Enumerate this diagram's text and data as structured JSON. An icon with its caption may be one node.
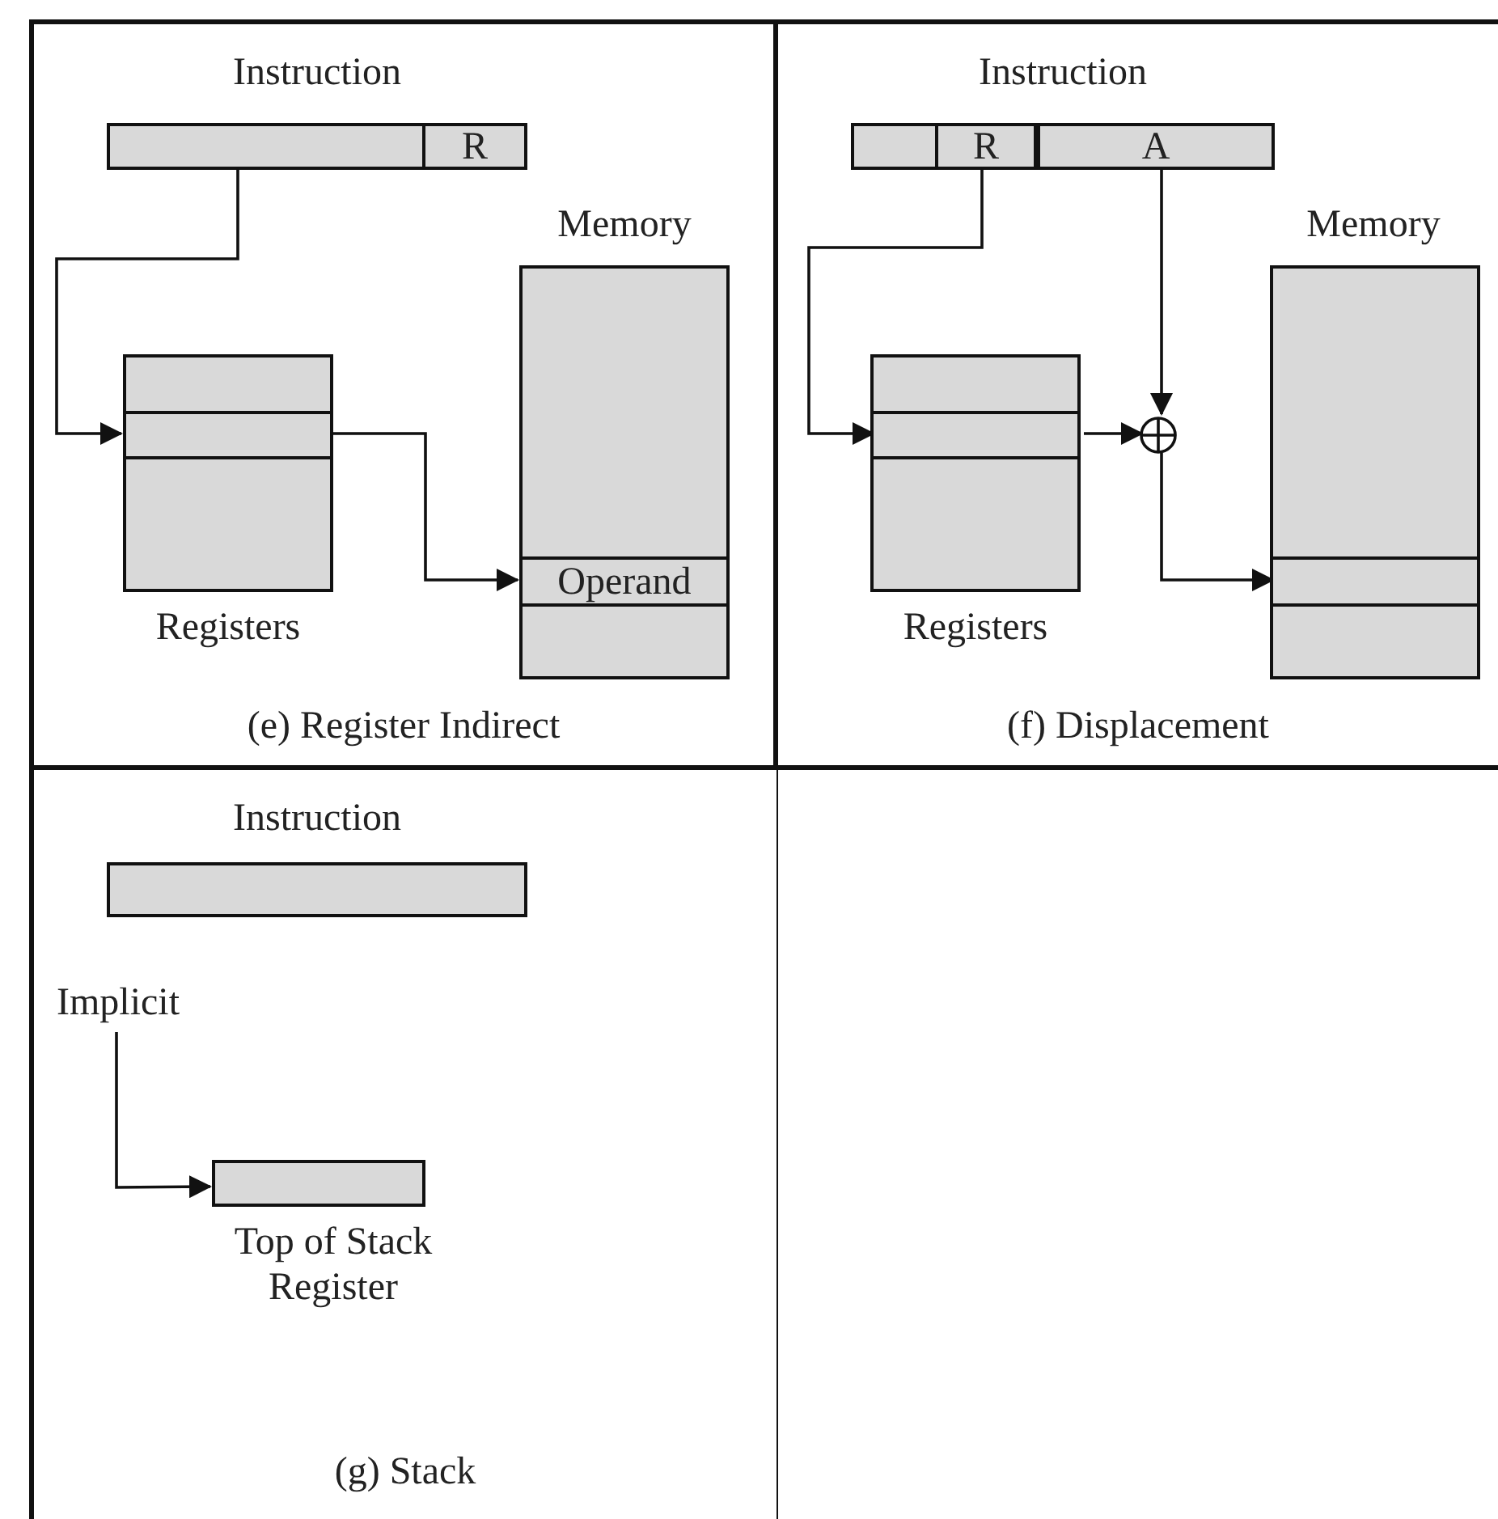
{
  "diagram": {
    "nodes": [
      {
        "text": [
          "(e) Register Indirect"
        ]
      },
      {
        "text": [
          "Instruction"
        ],
        "in": 0
      },
      {
        "text": [
          "R"
        ],
        "in": 1
      },
      {
        "text": [
          "Registers"
        ],
        "in": 0
      },
      {
        "text": [],
        "shape": "box",
        "in": 3
      },
      {
        "text": [
          "Memory"
        ],
        "in": 0
      },
      {
        "text": [
          "Operand"
        ],
        "in": 5
      },
      {
        "text": [
          "(f) Displacement"
        ]
      },
      {
        "text": [
          "Instruction"
        ],
        "in": 7
      },
      {
        "text": [
          "R"
        ],
        "in": 8
      },
      {
        "text": [
          "A"
        ],
        "in": 8
      },
      {
        "text": [
          "Registers"
        ],
        "in": 7
      },
      {
        "text": [],
        "shape": "box",
        "in": 11
      },
      {
        "text": [],
        "shape": "circle",
        "in": 7
      },
      {
        "text": [
          "Memory"
        ],
        "in": 7
      },
      {
        "text": [],
        "shape": "box",
        "in": 14
      },
      {
        "text": [
          "(g) Stack"
        ]
      },
      {
        "text": [
          "Instruction"
        ],
        "in": 16
      },
      {
        "text": [
          "Implicit"
        ],
        "in": 16
      },
      {
        "text": [
          "Top of Stack Register"
        ],
        "in": 16
      }
    ],
    "edges": [
      {
        "from": 1,
        "to": 4,
        "arrow": "to"
      },
      {
        "from": 4,
        "to": 6,
        "arrow": "to"
      },
      {
        "from": 9,
        "to": 12,
        "arrow": "to"
      },
      {
        "from": 10,
        "to": 13,
        "arrow": "to"
      },
      {
        "from": 12,
        "to": 13,
        "arrow": "to"
      },
      {
        "from": 13,
        "to": 15,
        "arrow": "to"
      },
      {
        "from": 18,
        "to": 19,
        "arrow": "to"
      }
    ]
  }
}
